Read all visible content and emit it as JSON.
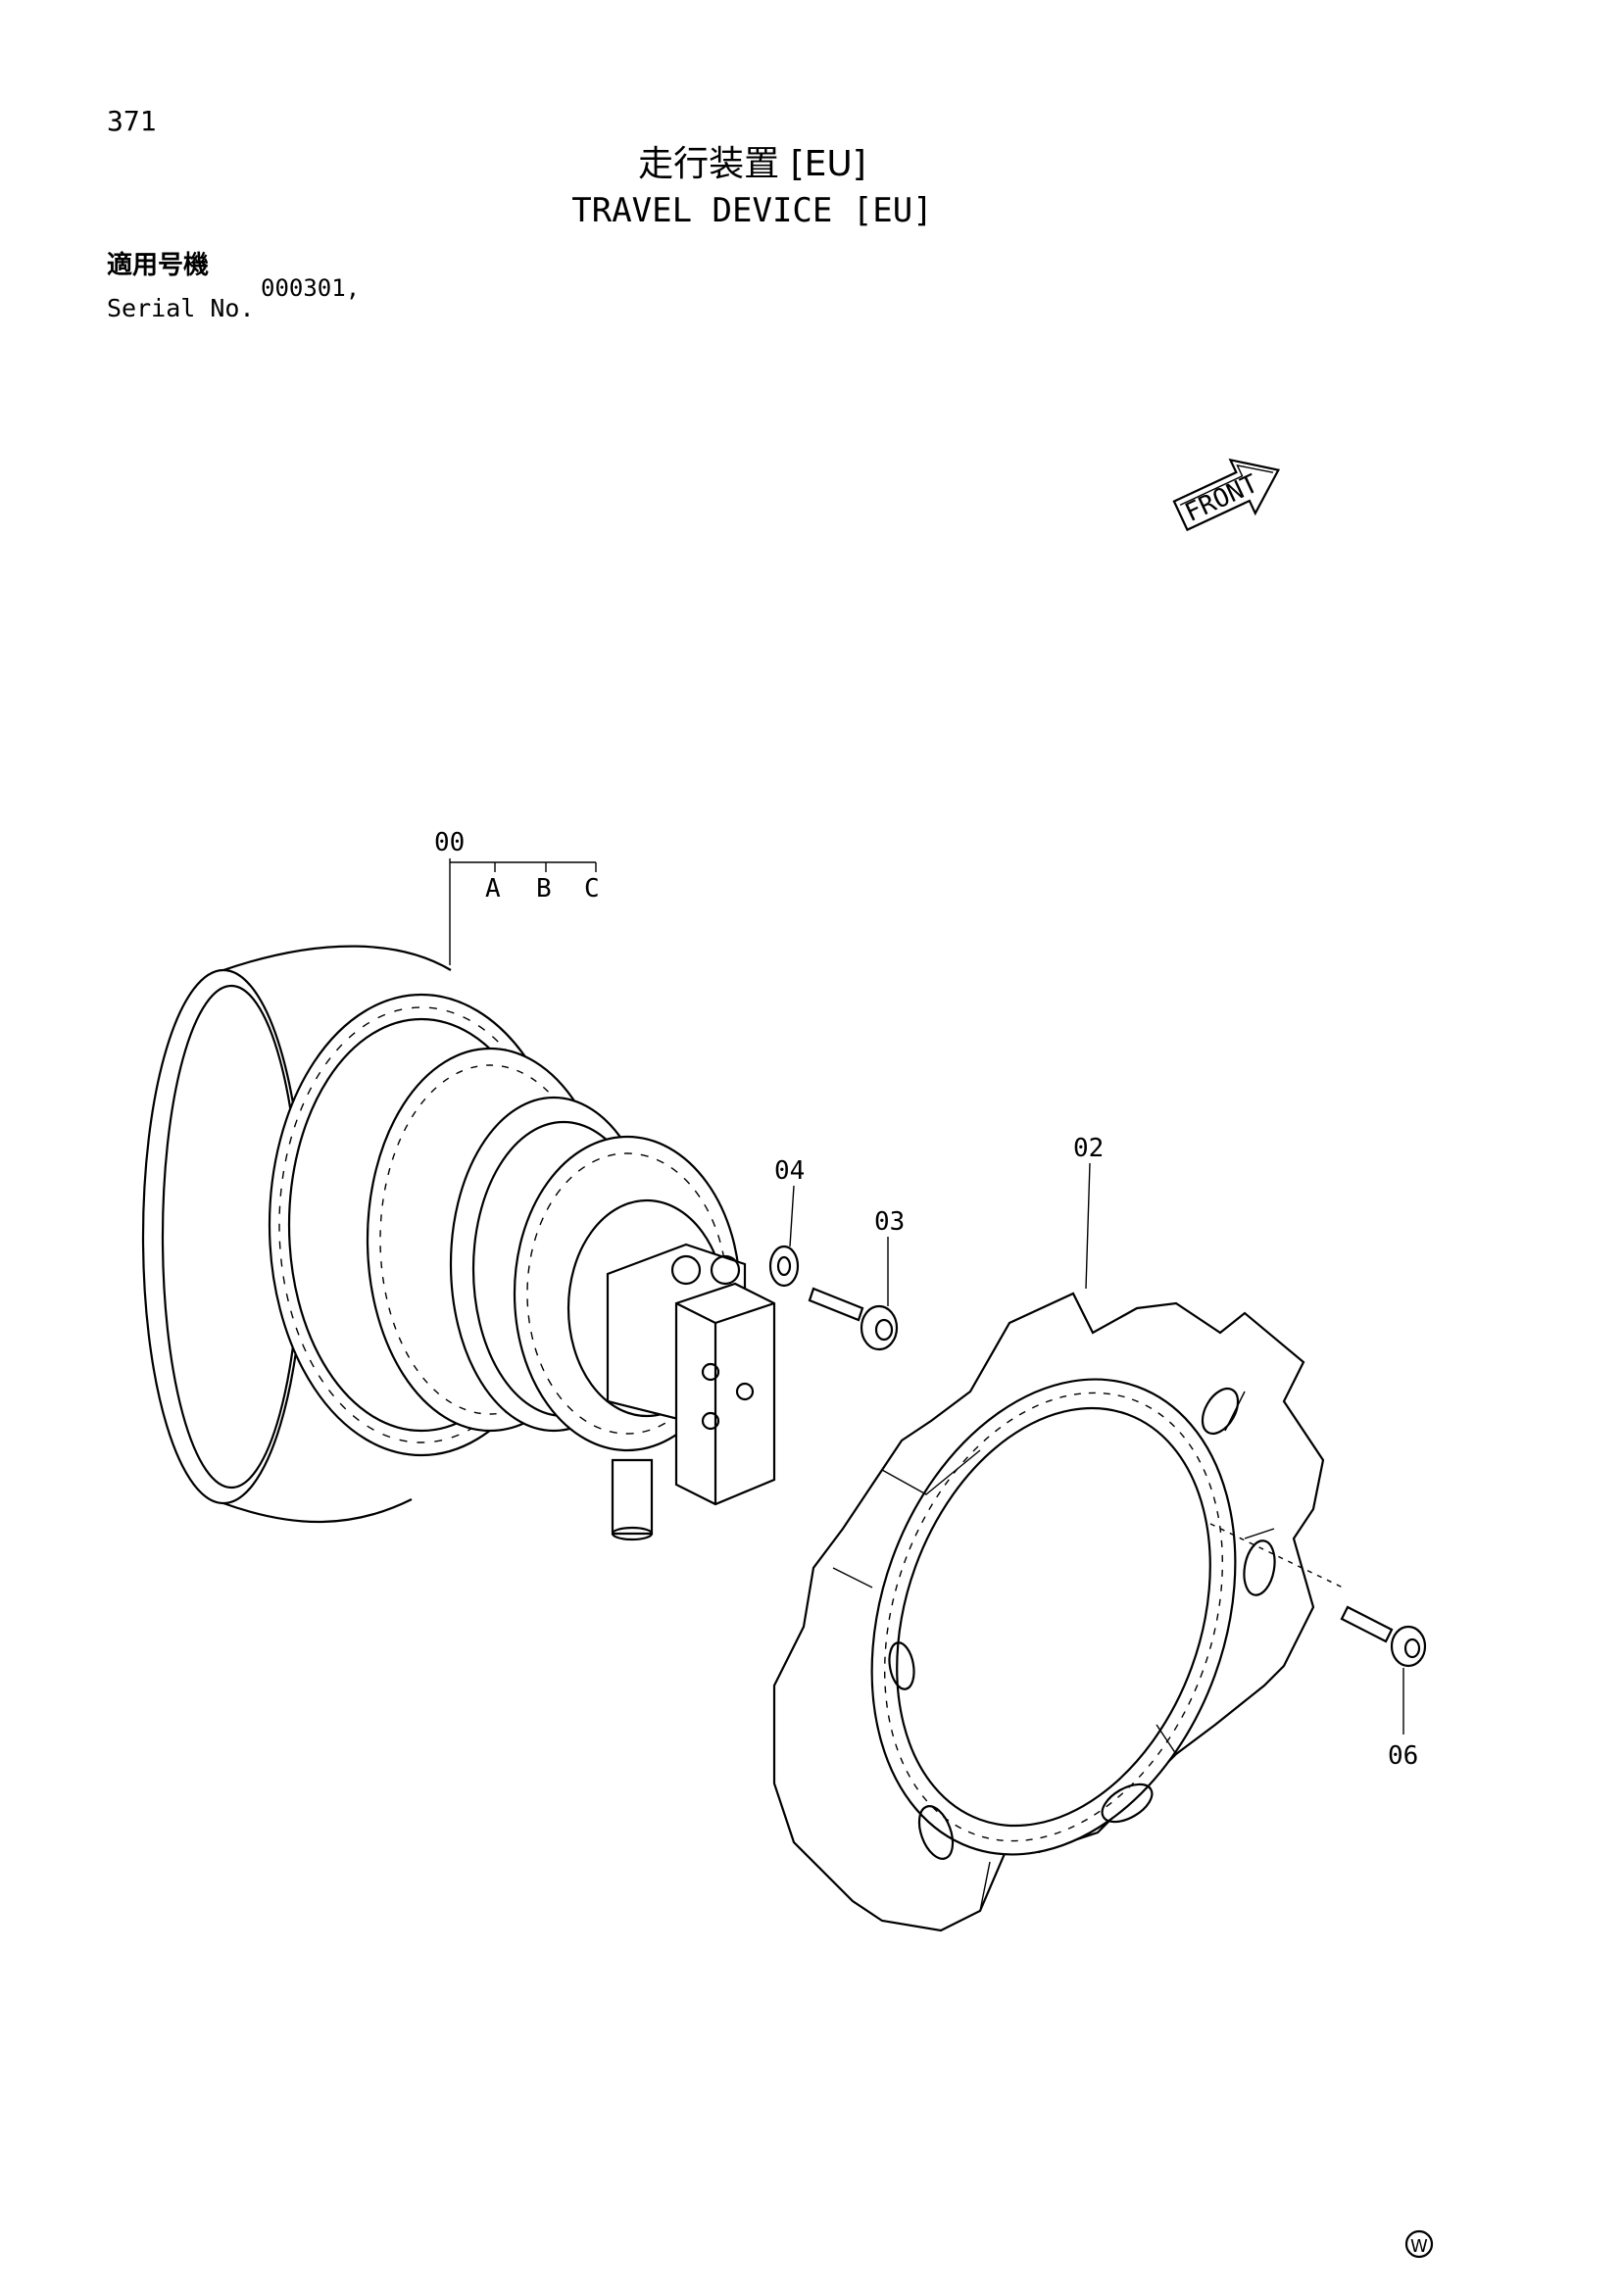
{
  "header": {
    "page_number": "371",
    "title_jp": "走行装置 [EU]",
    "title_en": "TRAVEL DEVICE [EU]",
    "serial_label_jp": "適用号機",
    "serial_label_en": "Serial No.",
    "serial_value": "000301,"
  },
  "diagram": {
    "front_label": "FRONT",
    "callouts": {
      "assembly": "00",
      "sub_a": "A",
      "sub_b": "B",
      "sub_c": "C",
      "sprocket": "02",
      "bolt": "03",
      "washer": "04",
      "sprocket_bolt": "06"
    },
    "mark": "W"
  }
}
